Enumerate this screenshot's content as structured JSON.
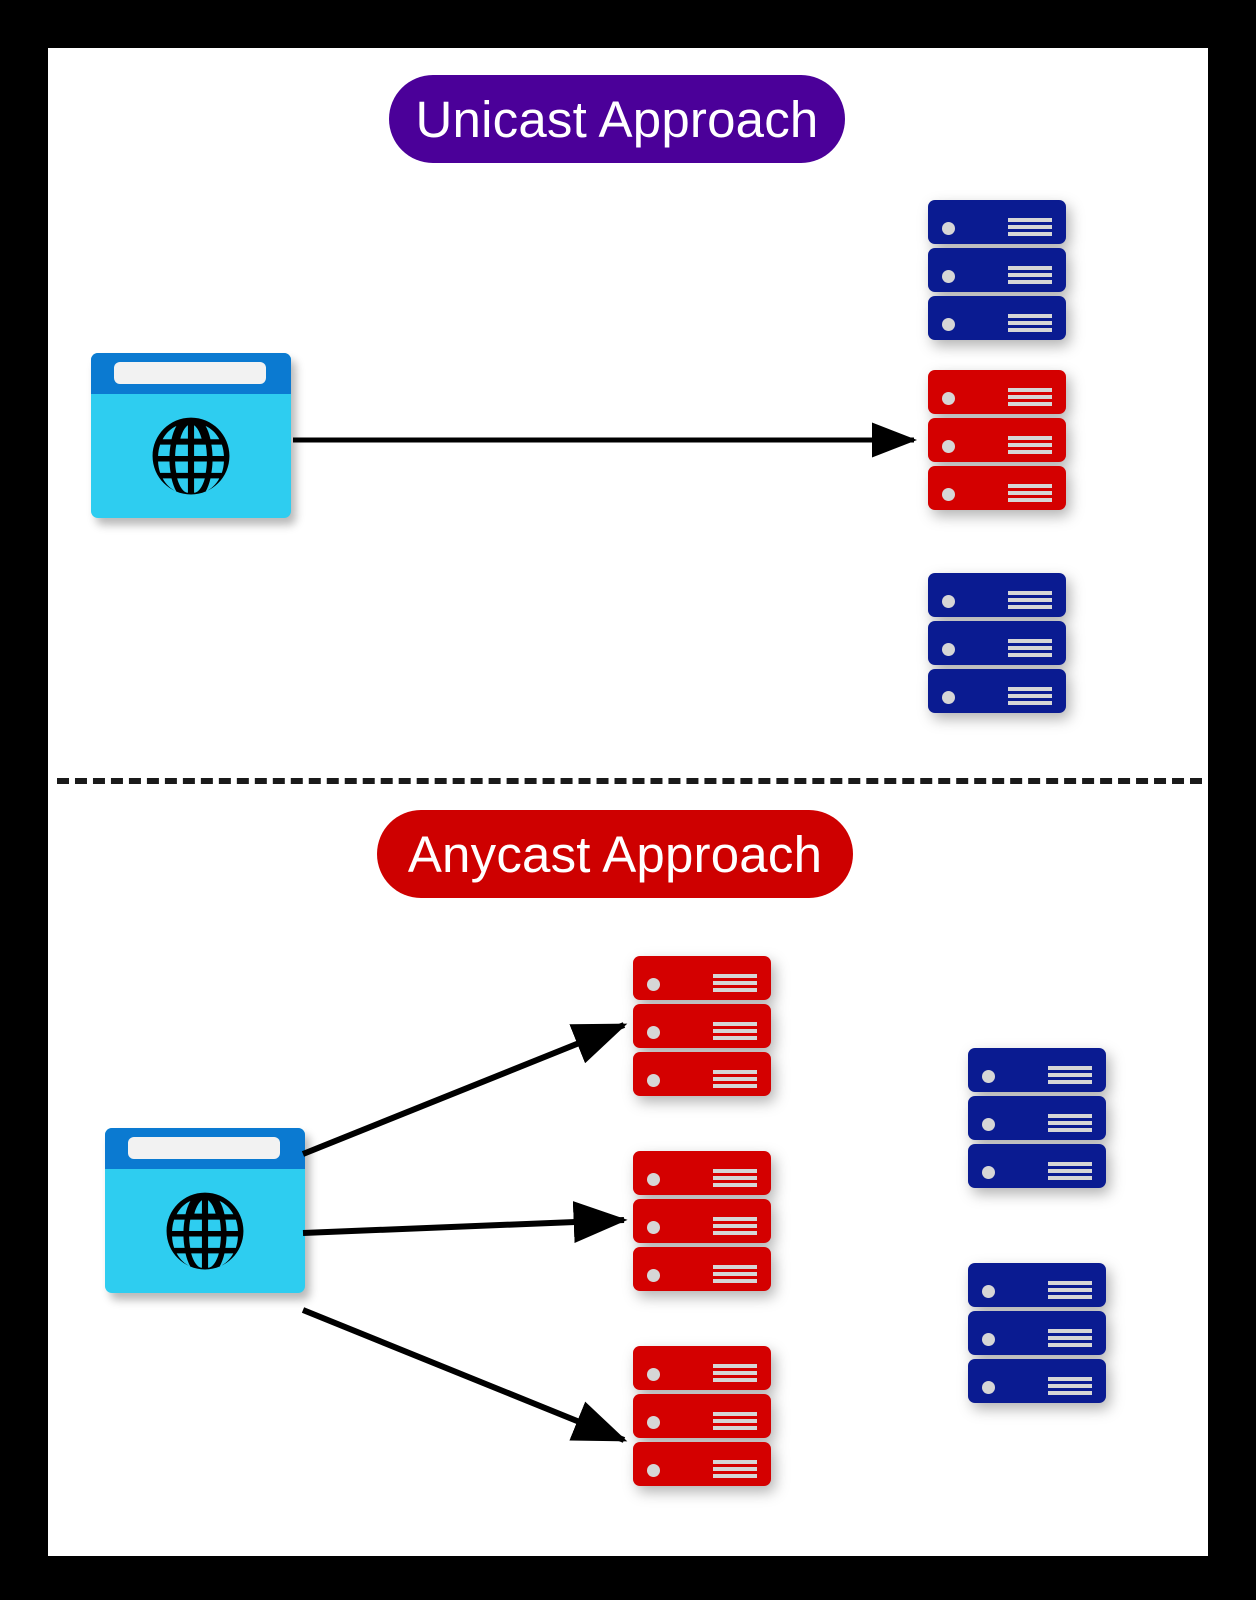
{
  "diagram": {
    "title": "Unicast Approach vs Anycast Approach",
    "frame_color": "#000000",
    "canvas_color": "#ffffff",
    "divider_style": "dashed",
    "divider_color": "#1a1a1a"
  },
  "sections": [
    {
      "id": "unicast",
      "pill_label": "Unicast Approach",
      "pill_color": "#4B0099",
      "pill_text_color": "#ffffff",
      "client": {
        "icon": "browser-window-globe-icon",
        "bar_color": "#0B7AD1",
        "body_color": "#2ECDF0"
      },
      "arrow_count": 1,
      "servers": [
        {
          "id": "unicast-server-top",
          "color": "#0A1B91",
          "state": "inactive",
          "units": 3
        },
        {
          "id": "unicast-server-middle",
          "color": "#D40000",
          "state": "active",
          "units": 3
        },
        {
          "id": "unicast-server-bottom",
          "color": "#0A1B91",
          "state": "inactive",
          "units": 3
        }
      ]
    },
    {
      "id": "anycast",
      "pill_label": "Anycast Approach",
      "pill_color": "#CE0000",
      "pill_text_color": "#ffffff",
      "client": {
        "icon": "browser-window-globe-icon",
        "bar_color": "#0B7AD1",
        "body_color": "#2ECDF0"
      },
      "arrow_count": 3,
      "servers": [
        {
          "id": "anycast-server-1",
          "color": "#D40000",
          "state": "active",
          "units": 3
        },
        {
          "id": "anycast-server-2",
          "color": "#D40000",
          "state": "active",
          "units": 3
        },
        {
          "id": "anycast-server-3",
          "color": "#D40000",
          "state": "active",
          "units": 3
        },
        {
          "id": "anycast-server-4",
          "color": "#0A1B91",
          "state": "inactive",
          "units": 3
        },
        {
          "id": "anycast-server-5",
          "color": "#0A1B91",
          "state": "inactive",
          "units": 3
        }
      ]
    }
  ],
  "colors": {
    "navy": "#0A1B91",
    "red": "#D40000",
    "purple": "#4B0099",
    "badge_red": "#CE0000",
    "cyan": "#2ECDF0",
    "blue_bar": "#0B7AD1",
    "arrow": "#000000",
    "vent_gray": "#D6D6D6"
  }
}
